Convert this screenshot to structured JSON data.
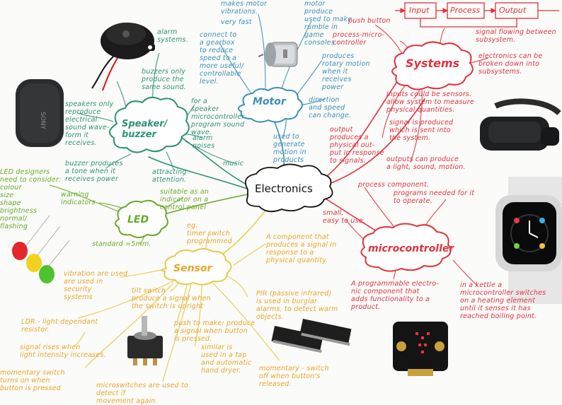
{
  "center": {
    "label": "Electronics"
  },
  "colors": {
    "speaker": "#2f9178",
    "motor": "#3a8fb8",
    "systems": "#e0323f",
    "sensor": "#e9a52a",
    "led": "#6aa82b",
    "microcontroller": "#e0323f"
  },
  "speaker": {
    "label": "Speaker/\nbuzzer",
    "notes": [
      "alarm\nsystems.",
      "buzzers only\nproduce the\nsame sound.",
      "speakers only\nreproduce\nelectrical\nsound wave-\nform it\nreceives.",
      "for a\nspeaker\nmicrocontroller\nprogram sound\nwave.",
      "alarm\nnoises",
      "music",
      "attracting\nattention.",
      "buzzer produces\na tone when it\nreceives power"
    ]
  },
  "motor": {
    "label": "Motor",
    "notes": [
      "makes motor\nvibrations.",
      "very fast",
      "connect to\na gearbox\nto reduce\nspeed to a\nmore useful/\ncontrollable\nlevel.",
      "motor\nproduce\nused to make\nrumble in\ngame\nconsoles.",
      "produces\nrotary motion\nwhen it\nreceives\npower",
      "direction\nand speed\ncan change.",
      "used to\ngenerate\nmotion in\nproducts"
    ]
  },
  "systems": {
    "label": "Systems",
    "boxes": [
      "Input",
      "Process",
      "Output"
    ],
    "notes": [
      "push button",
      "process-micro-\ncontroller",
      "signal flowing between\nsubsystem.",
      "electronics can be\nbroken down into\nsubsystems.",
      "inputs could be sensors.\nallow system to measure\nphysical quantities.",
      "signal is produced\nwhich is sent into\nthe system.",
      "output\nproduces a\nphysical out-\nput in response\nto signals.",
      "outputs can produce\na light, sound, motion."
    ]
  },
  "led": {
    "label": "LED",
    "notes": [
      "LED designers\nneed to consider:\ncolour\nsize\nshape\nbrightness\nnormal/\nflashing",
      "warning\nindicators",
      "suitable as an\nindicator on a\ncontrol panel",
      "standard =5mm."
    ]
  },
  "microcontroller": {
    "label": "microcontroller",
    "notes": [
      "process component.",
      "programs needed for it\nto operate.",
      "small,\neasy to use.",
      "A programmable electro-\nnic component that\nadds functionality to a\nproduct.",
      "in a kettle a\nmicrocontroller switches\non a heating element\nuntil it senses it has\nreached boiling point."
    ]
  },
  "sensor": {
    "label": "Sensor",
    "notes": [
      "eg.\ntimer switch\nprogrammed",
      "A component that\nproduces a signal in\nresponse to a\nphysical quantity.",
      "vibration are used\nare used in\nsecurity\nsystems",
      "tilt switch\nproduce a signal when\nthe switch is upright",
      "PIR (passive infrared)\nis used in burglar\nalarms, to detect warm\nobjects.",
      "LDR - light dependant\nresistor.",
      "signal rises when\nlight intensity increases.",
      "push to make: produce\na signal when button\nis pressed.",
      "similar is\nused in a tap\nand automatic\nhand dryer.",
      "momentary switch\nturns on when\nbutton is pressed",
      "momentary - switch\noff when button's\nreleased.",
      "microswitches are used to\ndetect if\nmovement again."
    ]
  }
}
